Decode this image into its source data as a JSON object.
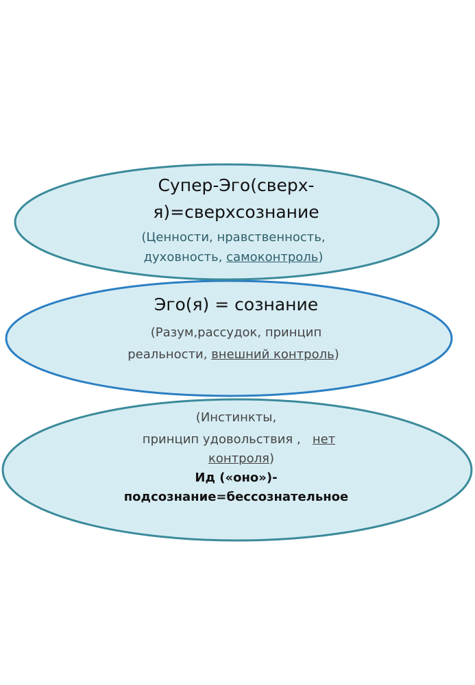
{
  "colors": {
    "fill": "#d6ecf3",
    "stroke_teal": "#3a8a9a",
    "stroke_blue": "#2b7fc2"
  },
  "superego": {
    "title_line1": "Супер-Эго(сверх-",
    "title_line2": "я)=сверхсознание",
    "desc_line1": "(Ценности, нравственность,",
    "desc_line2_pre": "духовность, ",
    "desc_line2_underlined": "самоконтроль",
    "desc_line2_post": ")"
  },
  "ego": {
    "title": "Эго(я) = сознание",
    "desc_line1": "(Разум,рассудок, принцип",
    "desc_line2_pre": "реальности, ",
    "desc_line2_underlined": "внешний контроль",
    "desc_line2_post": ")"
  },
  "id": {
    "desc_line1": "(Инстинкты,",
    "desc_line2_pre": "принцип удовольствия ,   ",
    "desc_line2_underlined": "нет",
    "desc_line3_underlined": "контроля",
    "desc_line3_post": ")",
    "title_line1": "Ид («оно»)-",
    "title_line2": "подсознание=бессознательное"
  }
}
